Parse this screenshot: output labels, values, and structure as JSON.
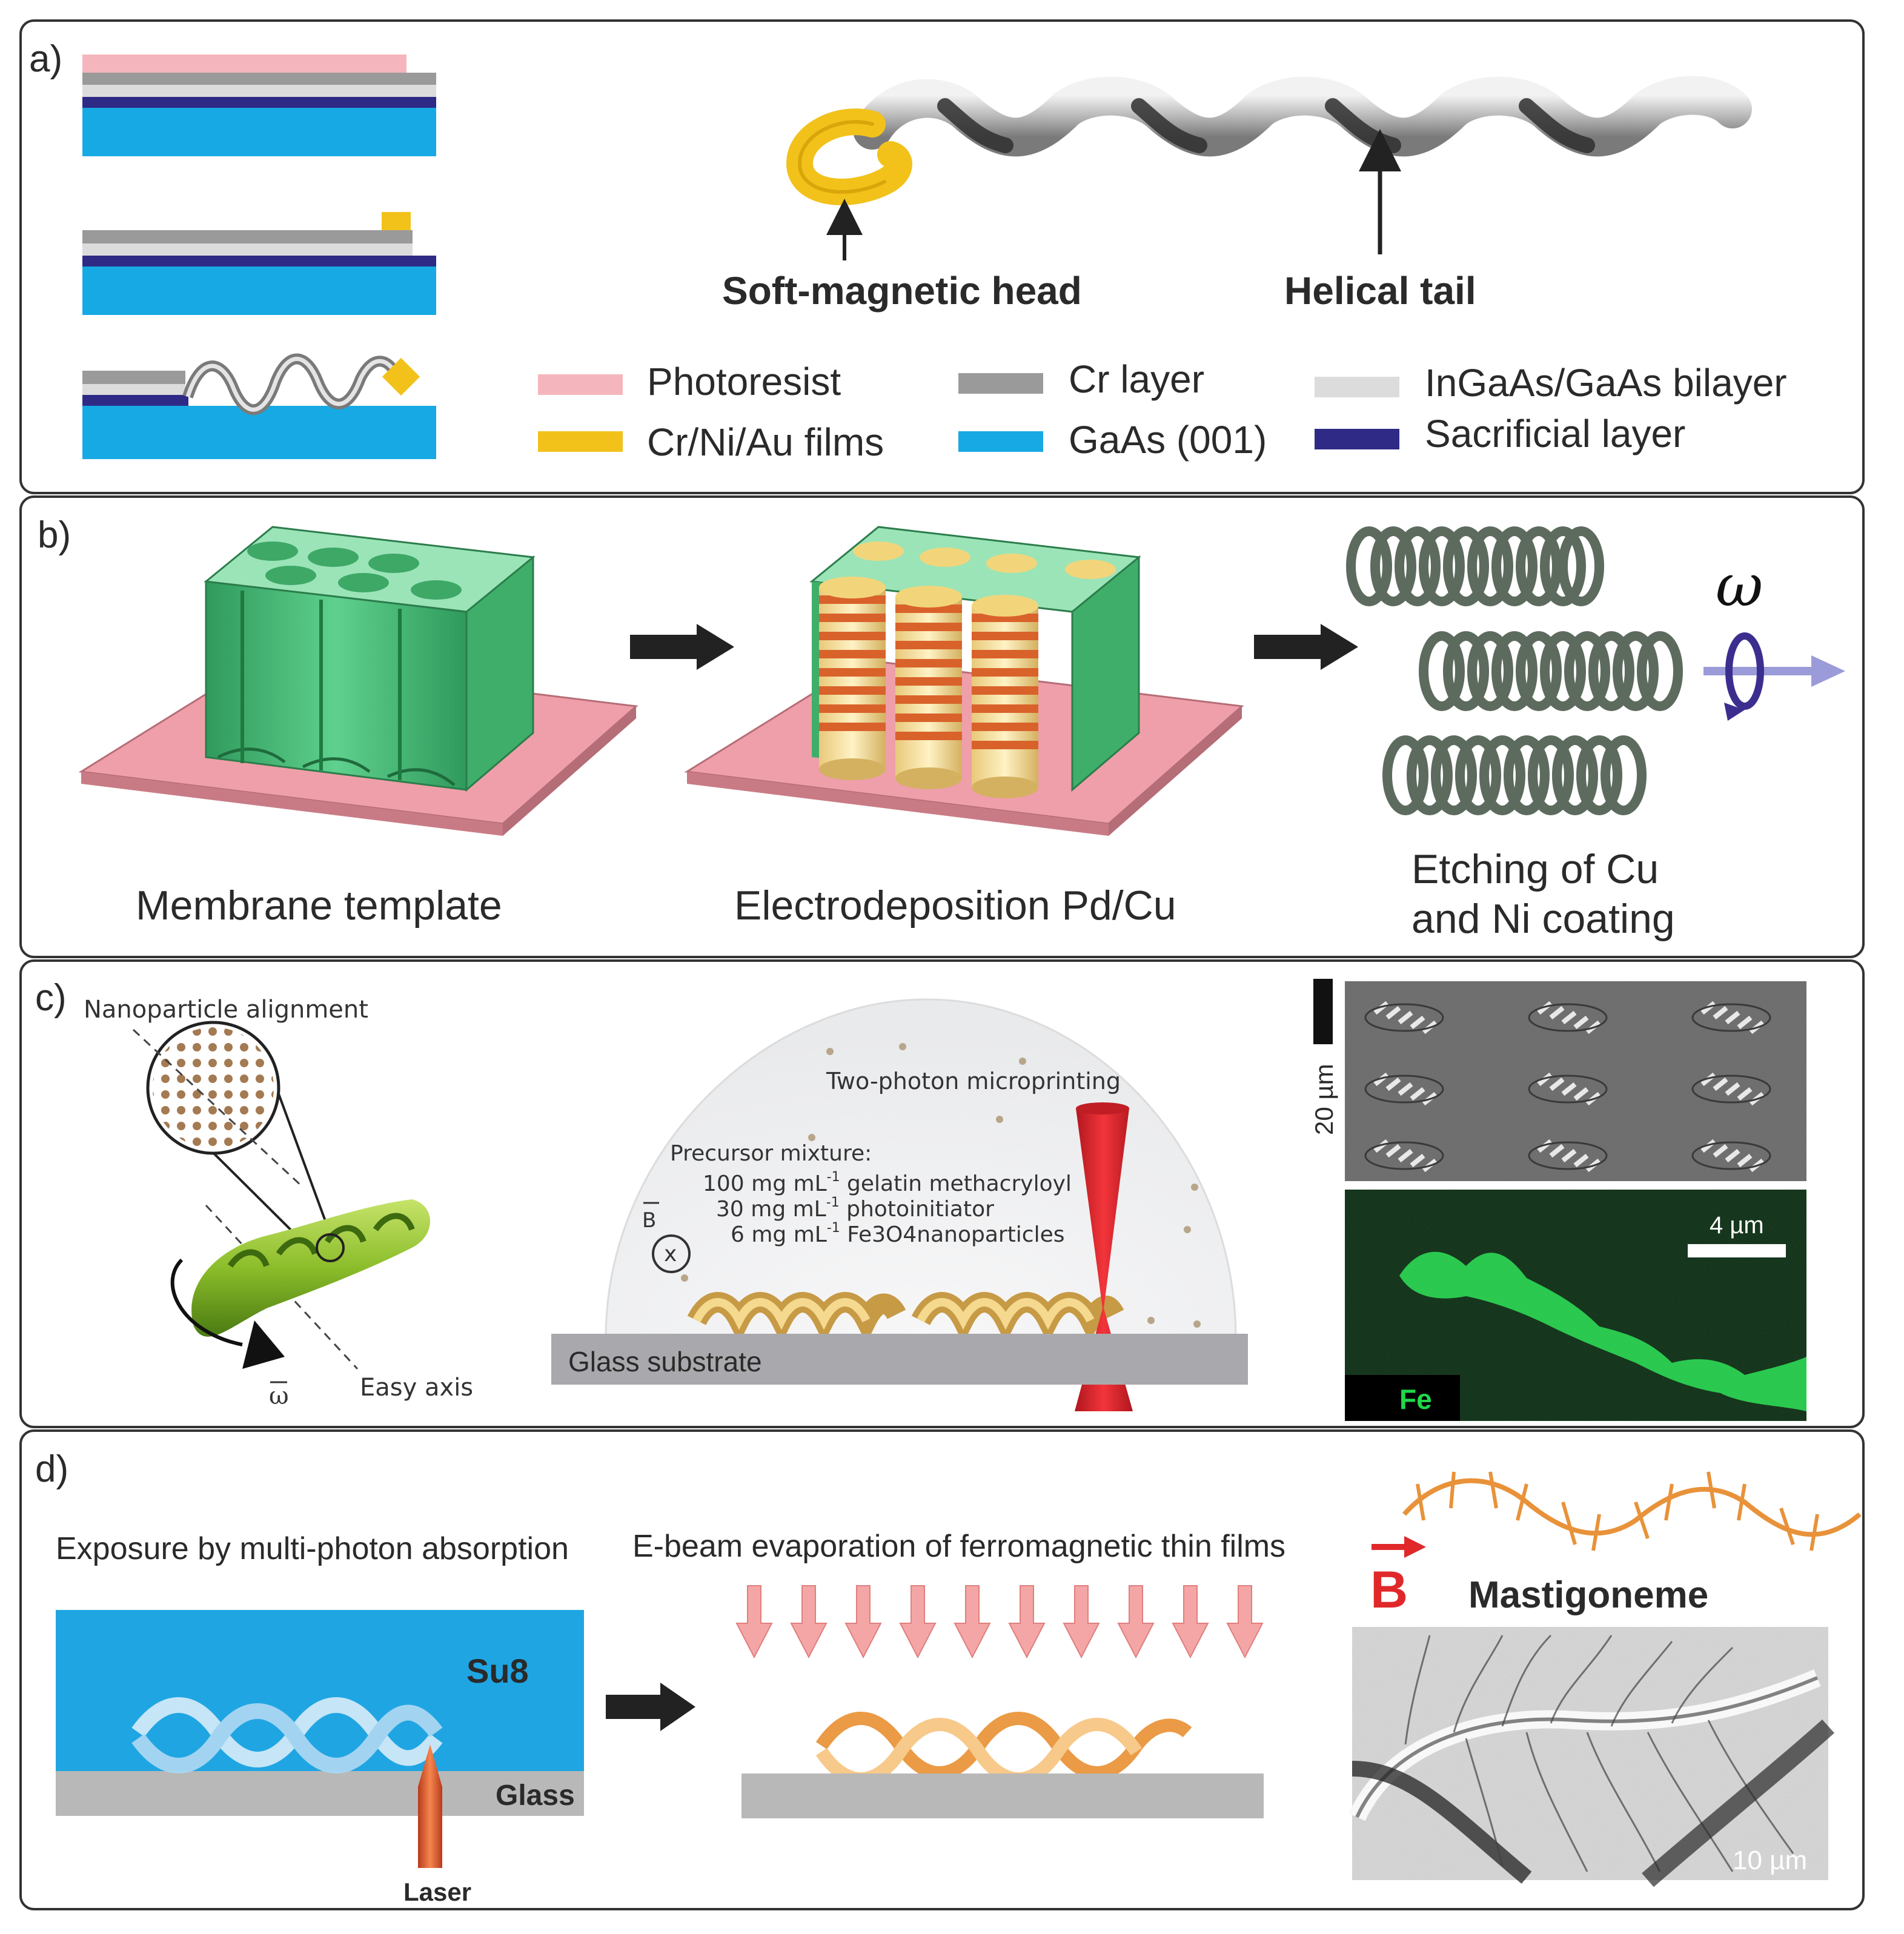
{
  "colors": {
    "photoresist": "#f4b6bc",
    "cr_ni_au": "#f2c21b",
    "cr_layer": "#9a9a9a",
    "gaas": "#17a9e4",
    "ingaas_bilayer": "#dcdcdc",
    "sacrificial": "#2e2a86",
    "membrane": "#4cc27c",
    "substrate_pink": "#ef9fa9",
    "copper": "#d9622b",
    "pd_gold": "#f2dc9a",
    "coil": "#5d6b5e",
    "omega": "#3c2e8f",
    "su8": "#20a5e3",
    "glass": "#b8b8b8",
    "laser": "#d9542a",
    "mastigoneme": "#e8923a",
    "b_arrow": "#e0282a",
    "fe_green": "#1fd84a"
  },
  "panel_a": {
    "label": "a)",
    "head_label": "Soft-magnetic head",
    "tail_label": "Helical tail",
    "legend": [
      {
        "text": "Photoresist",
        "color_key": "photoresist"
      },
      {
        "text": "Cr/Ni/Au films",
        "color_key": "cr_ni_au"
      },
      {
        "text": "Cr layer",
        "color_key": "cr_layer"
      },
      {
        "text": "GaAs (001)",
        "color_key": "gaas"
      },
      {
        "text": "InGaAs/GaAs bilayer",
        "color_key": "ingaas_bilayer"
      },
      {
        "text": "Sacrificial layer",
        "color_key": "sacrificial"
      }
    ]
  },
  "panel_b": {
    "label": "b)",
    "step1": "Membrane template",
    "step2": "Electrodeposition Pd/Cu",
    "step3_line1": "Etching of Cu",
    "step3_line2": "and Ni coating",
    "omega": "ω"
  },
  "panel_c": {
    "label": "c)",
    "nanoparticle_label": "Nanoparticle alignment",
    "easy_axis": "Easy axis",
    "omega_vec": "ω",
    "printing_label": "Two-photon microprinting",
    "precursor_title": "Precursor mixture:",
    "precursor": [
      {
        "amount": "100 mg mL",
        "exp": "-1",
        "rest": " gelatin methacryloyl"
      },
      {
        "amount": "30 mg mL",
        "exp": "-1",
        "rest": " photoinitiator"
      },
      {
        "amount": "6 mg mL",
        "exp": "-1",
        "rest": " Fe3O4nanoparticles"
      }
    ],
    "b_field": "B",
    "x_symbol": "x",
    "substrate": "Glass substrate",
    "sem_scale": "20 µm",
    "fluor_scale": "4 µm",
    "fluor_element": "Fe"
  },
  "panel_d": {
    "label": "d)",
    "step1": "Exposure by multi-photon absorption",
    "step2": "E-beam evaporation of ferromagnetic thin films",
    "su8": "Su8",
    "glass": "Glass",
    "laser": "Laser",
    "b_field": "B",
    "mastigoneme": "Mastigoneme",
    "micro_scale": "10 µm"
  }
}
